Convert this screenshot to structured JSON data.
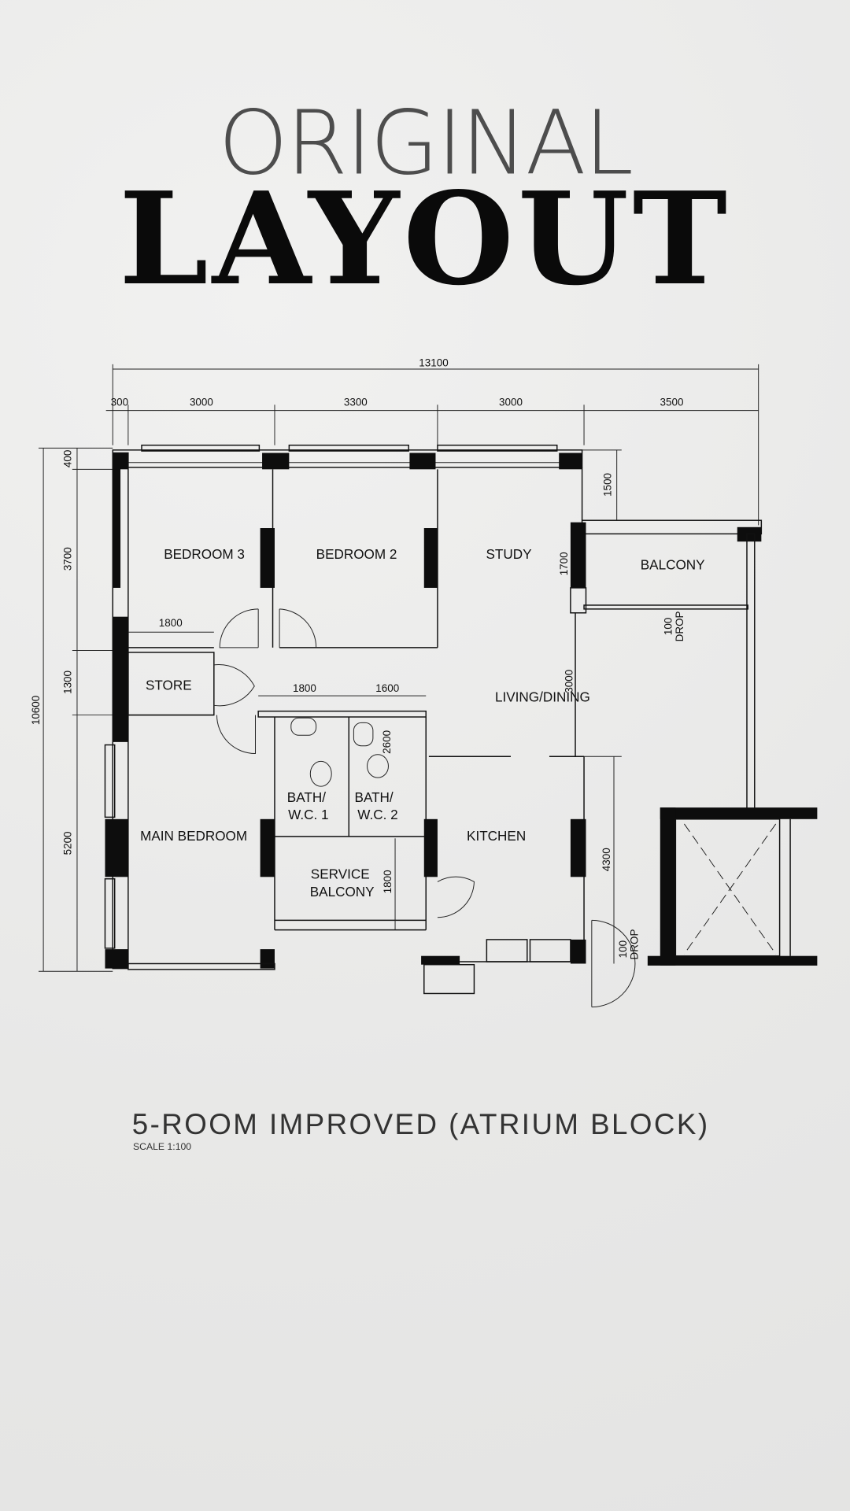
{
  "title": {
    "line1": "ORIGINAL",
    "line2": "LAYOUT"
  },
  "plan": {
    "caption": "5-ROOM IMPROVED (ATRIUM BLOCK)",
    "scale": "SCALE  1:100",
    "rooms": {
      "bedroom3": "BEDROOM  3",
      "bedroom2": "BEDROOM  2",
      "study": "STUDY",
      "balcony": "BALCONY",
      "store": "STORE",
      "living_dining": "LIVING/DINING",
      "bath1_a": "BATH/",
      "bath1_b": "W.C.  1",
      "bath2_a": "BATH/",
      "bath2_b": "W.C.  2",
      "main_bedroom": "MAIN  BEDROOM",
      "kitchen": "KITCHEN",
      "service_a": "SERVICE",
      "service_b": "BALCONY"
    },
    "dimensions": {
      "overall_width": "13100",
      "top": [
        "300",
        "3000",
        "3300",
        "3000",
        "3500"
      ],
      "overall_height": "10600",
      "left": [
        "400",
        "3700",
        "1300",
        "5200"
      ],
      "store_width": "1800",
      "bath1_width": "1800",
      "bath2_width": "1600",
      "bath_depth": "2600",
      "service_depth": "1800",
      "balcony_offset": "1500",
      "balcony_depth": "1700",
      "living_depth": "3000",
      "kitchen_depth": "4300",
      "drop_a": "100",
      "drop_b": "DROP"
    }
  }
}
